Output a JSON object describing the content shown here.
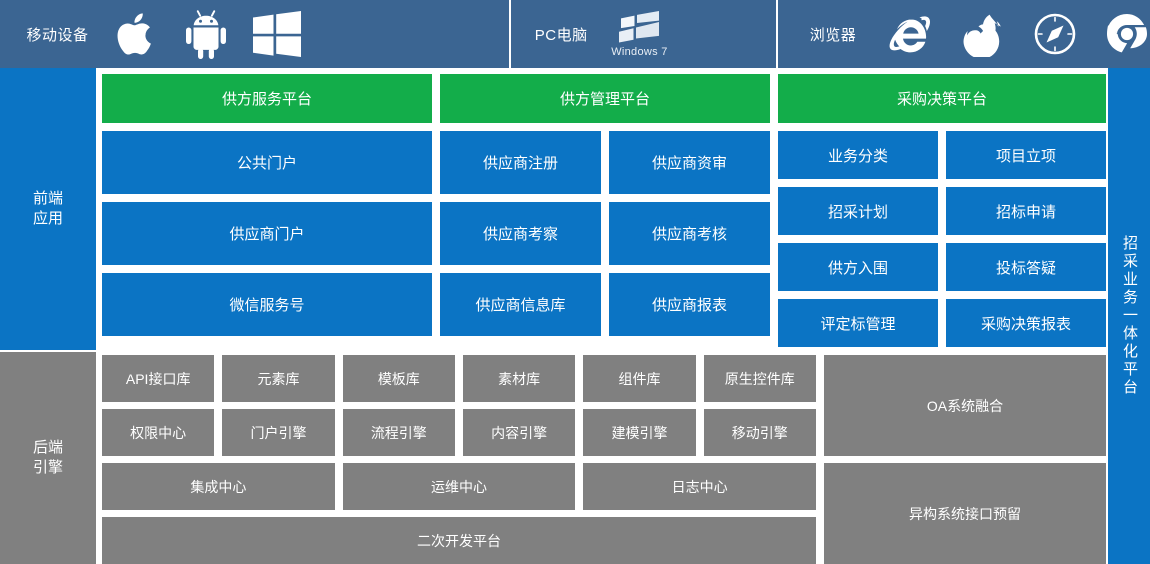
{
  "topbar": {
    "segments": [
      {
        "label": "移动设备",
        "icons": [
          {
            "name": "apple-icon"
          },
          {
            "name": "android-icon"
          },
          {
            "name": "windows-icon"
          }
        ]
      },
      {
        "label": "PC电脑",
        "icons": [
          {
            "name": "windows7-icon",
            "caption": "Windows 7"
          }
        ]
      },
      {
        "label": "浏览器",
        "icons": [
          {
            "name": "internet-explorer-icon"
          },
          {
            "name": "firefox-icon"
          },
          {
            "name": "safari-icon"
          },
          {
            "name": "chrome-icon"
          }
        ]
      }
    ]
  },
  "rails": {
    "left_frontend": "前端\n应用",
    "left_frontend_line1": "前端",
    "left_frontend_line2": "应用",
    "left_backend_line1": "后端",
    "left_backend_line2": "引擎",
    "right_vertical": "招采业务一体化平台"
  },
  "frontend": {
    "columns": [
      {
        "header": "供方服务平台",
        "rows": [
          {
            "items": [
              "公共门户"
            ]
          },
          {
            "items": [
              "供应商门户"
            ]
          },
          {
            "items": [
              "微信服务号"
            ]
          }
        ]
      },
      {
        "header": "供方管理平台",
        "rows": [
          {
            "items": [
              "供应商注册",
              "供应商资审"
            ]
          },
          {
            "items": [
              "供应商考察",
              "供应商考核"
            ]
          },
          {
            "items": [
              "供应商信息库",
              "供应商报表"
            ]
          }
        ]
      },
      {
        "header": "采购决策平台",
        "rows": [
          {
            "items": [
              "业务分类",
              "项目立项"
            ]
          },
          {
            "items": [
              "招采计划",
              "招标申请"
            ]
          },
          {
            "items": [
              "供方入围",
              "投标答疑"
            ]
          },
          {
            "items": [
              "评定标管理",
              "采购决策报表"
            ]
          }
        ]
      }
    ]
  },
  "backend": {
    "left_rows": [
      {
        "items": [
          "API接口库",
          "元素库",
          "模板库",
          "素材库",
          "组件库",
          "原生控件库"
        ]
      },
      {
        "items": [
          "权限中心",
          "门户引擎",
          "流程引擎",
          "内容引擎",
          "建模引擎",
          "移动引擎"
        ]
      },
      {
        "items": [
          "集成中心",
          "运维中心",
          "日志中心"
        ]
      },
      {
        "items": [
          "二次开发平台"
        ]
      }
    ],
    "right_items": [
      "OA系统融合",
      "异构系统接口预留"
    ]
  },
  "colors": {
    "header_blue": "#3b6592",
    "tile_blue": "#0b74c4",
    "header_green": "#13ad4a",
    "gray": "#808080",
    "white": "#ffffff"
  }
}
